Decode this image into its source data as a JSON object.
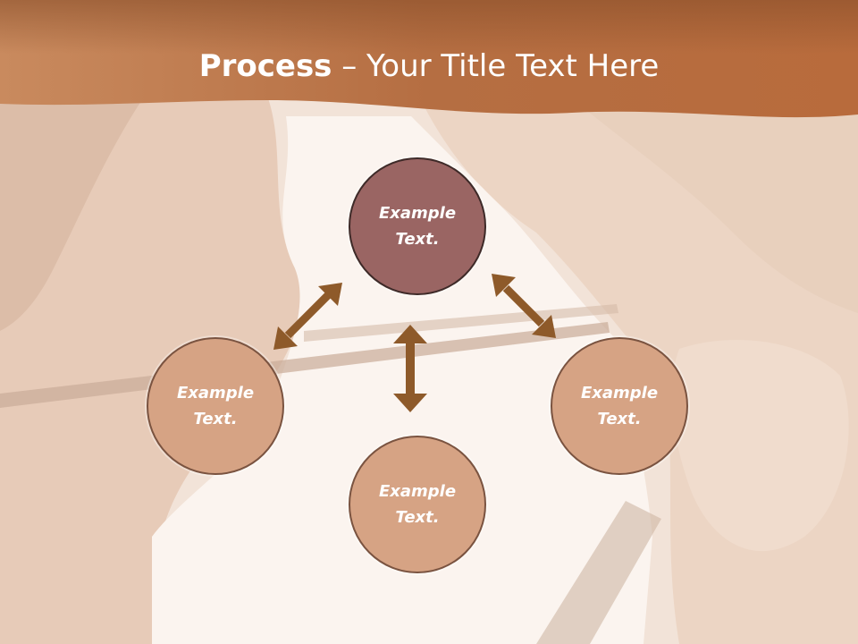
{
  "title": {
    "bold": "Process",
    "rest": " – Your Title Text Here"
  },
  "nodes": {
    "top": {
      "line1": "Example",
      "line2": "Text."
    },
    "left": {
      "line1": "Example",
      "line2": "Text."
    },
    "right": {
      "line1": "Example",
      "line2": "Text."
    },
    "bottom": {
      "line1": "Example",
      "line2": "Text."
    }
  },
  "colors": {
    "header": "#b06a3e",
    "top_node": "#9a6563",
    "other_nodes": "#d6a384",
    "arrows": "#8e5a2a"
  }
}
